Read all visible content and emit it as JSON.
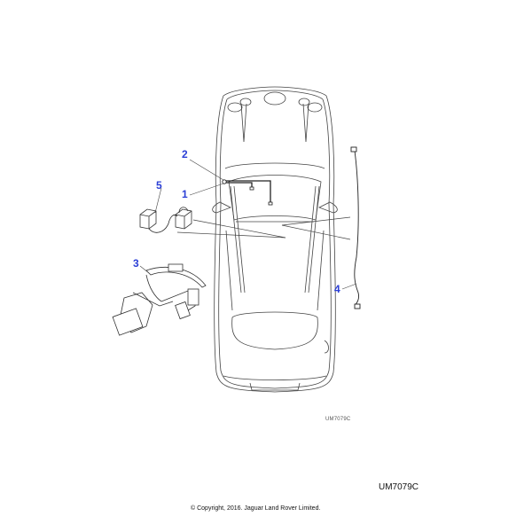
{
  "diagram": {
    "type": "parts-illustration",
    "subject": "Vehicle top view with wiring harness components",
    "accent_color": "#2b3fd6",
    "callouts": [
      {
        "id": "1",
        "label": "1",
        "part": "harness to windscreen sensor"
      },
      {
        "id": "2",
        "label": "2",
        "part": "connector at A-pillar"
      },
      {
        "id": "3",
        "label": "3",
        "part": "wiring harness with connectors"
      },
      {
        "id": "4",
        "label": "4",
        "part": "cable with end connectors"
      },
      {
        "id": "5",
        "label": "5",
        "part": "modules linked by cable"
      }
    ],
    "illustration_ref": "UM7079C"
  },
  "footer": {
    "reference_code": "UM7079C",
    "copyright": "© Copyright, 2016. Jaguar Land Rover Limited."
  }
}
